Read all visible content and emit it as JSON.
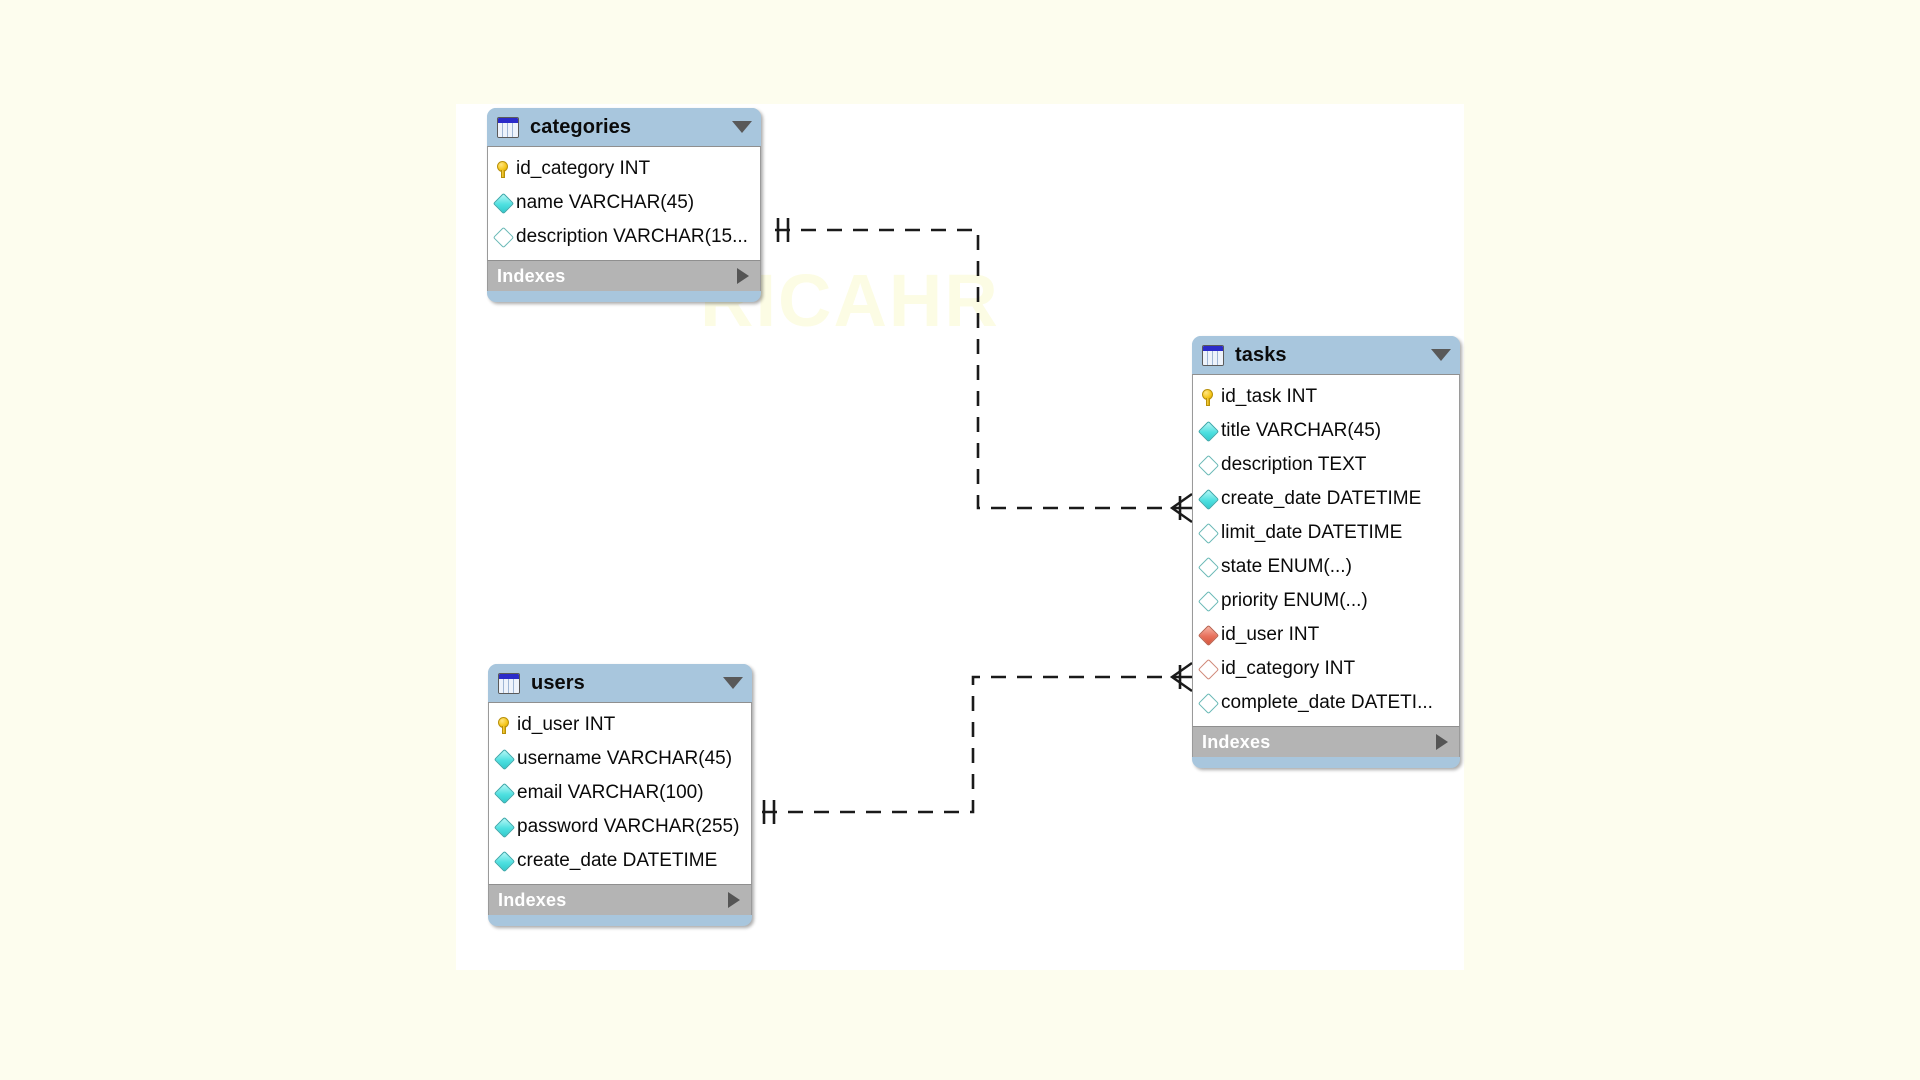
{
  "canvas": {
    "watermark": "RICAHR",
    "background": "#fdfdee",
    "surface": "#ffffff"
  },
  "theme": {
    "header_blue": "#a8c6dd",
    "index_gray": "#b4b4b4",
    "row_white": "#ffffff",
    "pk_gold": "#f5c518",
    "col_cyan": "#4fe0e0",
    "fk_red": "#e8715c",
    "line_black": "#1a1a1a"
  },
  "tables": [
    {
      "name": "categories",
      "collapse_icon": "chevron-down-icon",
      "table_icon": "table-icon",
      "indexes_label": "Indexes",
      "indexes_icon": "chevron-right-icon",
      "columns": [
        {
          "label": "id_category INT",
          "icon": "primary-key-icon"
        },
        {
          "label": "name VARCHAR(45)",
          "icon": "column-notnull-icon"
        },
        {
          "label": "description VARCHAR(15...",
          "icon": "column-nullable-icon"
        }
      ]
    },
    {
      "name": "users",
      "collapse_icon": "chevron-down-icon",
      "table_icon": "table-icon",
      "indexes_label": "Indexes",
      "indexes_icon": "chevron-right-icon",
      "columns": [
        {
          "label": "id_user INT",
          "icon": "primary-key-icon"
        },
        {
          "label": "username VARCHAR(45)",
          "icon": "column-notnull-icon"
        },
        {
          "label": "email VARCHAR(100)",
          "icon": "column-notnull-icon"
        },
        {
          "label": "password VARCHAR(255)",
          "icon": "column-notnull-icon"
        },
        {
          "label": "create_date DATETIME",
          "icon": "column-notnull-icon"
        }
      ]
    },
    {
      "name": "tasks",
      "collapse_icon": "chevron-down-icon",
      "table_icon": "table-icon",
      "indexes_label": "Indexes",
      "indexes_icon": "chevron-right-icon",
      "columns": [
        {
          "label": "id_task INT",
          "icon": "primary-key-icon"
        },
        {
          "label": "title VARCHAR(45)",
          "icon": "column-notnull-icon"
        },
        {
          "label": "description TEXT",
          "icon": "column-nullable-icon"
        },
        {
          "label": "create_date DATETIME",
          "icon": "column-notnull-icon"
        },
        {
          "label": "limit_date DATETIME",
          "icon": "column-nullable-icon"
        },
        {
          "label": "state ENUM(...)",
          "icon": "column-nullable-icon"
        },
        {
          "label": "priority ENUM(...)",
          "icon": "column-nullable-icon"
        },
        {
          "label": "id_user INT",
          "icon": "foreign-key-notnull-icon"
        },
        {
          "label": "id_category INT",
          "icon": "foreign-key-nullable-icon"
        },
        {
          "label": "complete_date DATETI...",
          "icon": "column-nullable-icon"
        }
      ]
    }
  ],
  "relationships": [
    {
      "from": "categories",
      "to": "tasks",
      "from_cardinality": "one",
      "to_cardinality": "many",
      "style": "dashed"
    },
    {
      "from": "users",
      "to": "tasks",
      "from_cardinality": "one",
      "to_cardinality": "many",
      "style": "dashed"
    }
  ]
}
